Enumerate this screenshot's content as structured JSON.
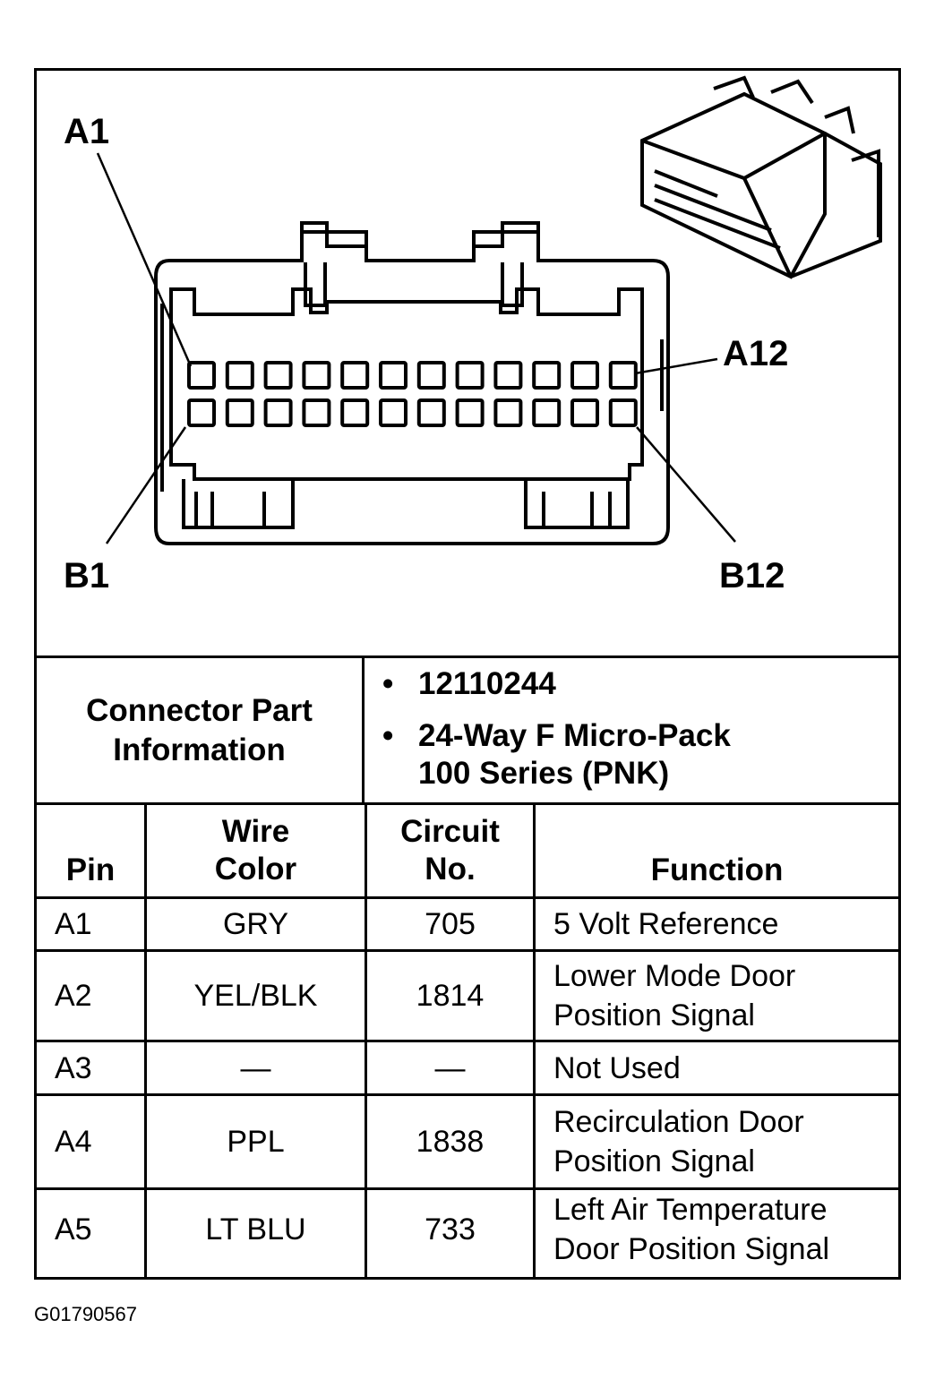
{
  "diagram": {
    "pin_labels": {
      "a1": "A1",
      "a12": "A12",
      "b1": "B1",
      "b12": "B12"
    },
    "rows": 2,
    "pins_per_row": 12
  },
  "connector_info": {
    "label": "Connector Part Information",
    "part_number": "12110244",
    "description_line1": "24-Way F Micro-Pack",
    "description_line2": "100 Series (PNK)"
  },
  "table": {
    "headers": {
      "pin": "Pin",
      "wire_color_1": "Wire",
      "wire_color_2": "Color",
      "circuit_1": "Circuit",
      "circuit_2": "No.",
      "function": "Function"
    },
    "rows": [
      {
        "pin": "A1",
        "wire": "GRY",
        "circuit": "705",
        "function_1": "5 Volt Reference",
        "function_2": ""
      },
      {
        "pin": "A2",
        "wire": "YEL/BLK",
        "circuit": "1814",
        "function_1": "Lower Mode Door",
        "function_2": "Position Signal"
      },
      {
        "pin": "A3",
        "wire": "—",
        "circuit": "—",
        "function_1": "Not Used",
        "function_2": ""
      },
      {
        "pin": "A4",
        "wire": "PPL",
        "circuit": "1838",
        "function_1": "Recirculation Door",
        "function_2": "Position Signal"
      },
      {
        "pin": "A5",
        "wire": "LT BLU",
        "circuit": "733",
        "function_1": "Left Air Temperature",
        "function_2": "Door Position Signal"
      }
    ]
  },
  "figure_id": "G01790567"
}
